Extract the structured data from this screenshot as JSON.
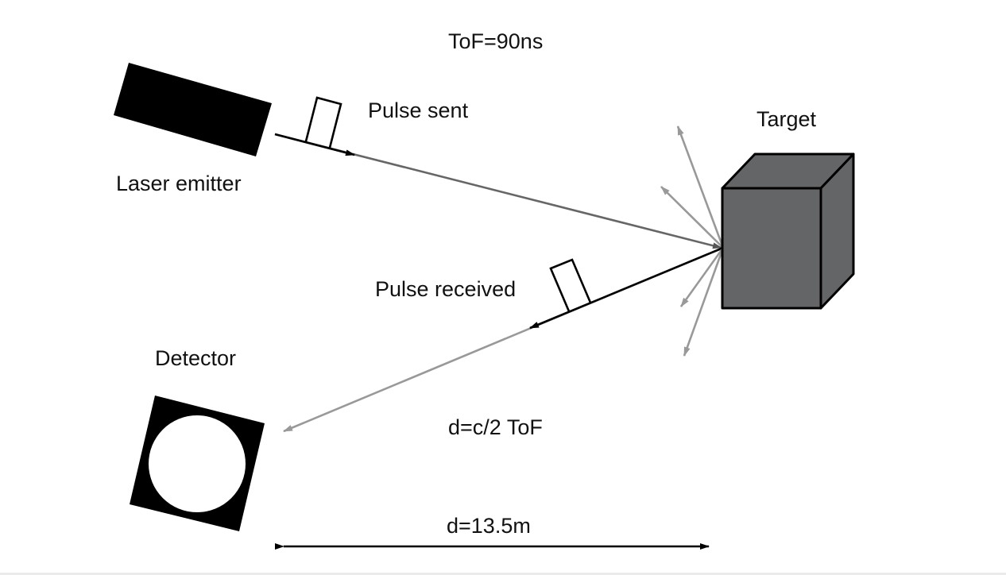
{
  "labels": {
    "tof": "ToF=90ns",
    "pulse_sent": "Pulse sent",
    "target": "Target",
    "laser_emitter": "Laser emitter",
    "pulse_received": "Pulse received",
    "detector": "Detector",
    "formula": "d=c/2 ToF",
    "distance": "d=13.5m"
  },
  "colors": {
    "ink": "#000000",
    "outgoing_beam": "#666666",
    "return_beam": "#999999",
    "scatter": "#999999",
    "target_fill": "#646566"
  },
  "icons": [
    "laser-emitter-icon",
    "detector-icon",
    "target-cube-icon",
    "pulse-icon"
  ]
}
